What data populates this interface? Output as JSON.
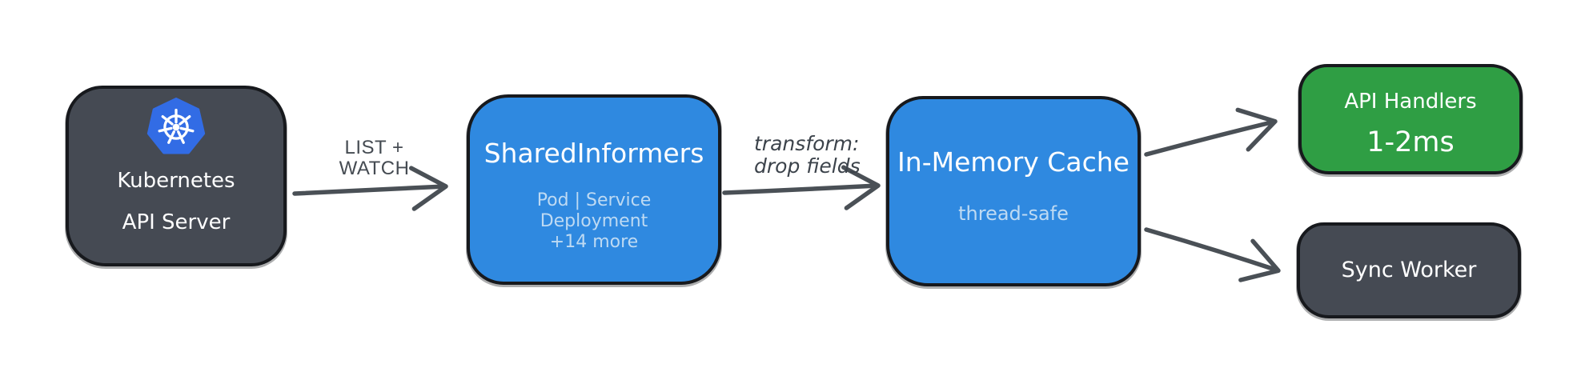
{
  "diagram": {
    "nodes": {
      "api_server": {
        "name": "Kubernetes",
        "role": "API Server",
        "icon": "kubernetes-helm-wheel"
      },
      "shared_informers": {
        "title": "SharedInformers",
        "resources": [
          "Pod | Service",
          "Deployment",
          "+14 more"
        ]
      },
      "cache": {
        "title": "In-Memory Cache",
        "subtitle": "thread-safe"
      },
      "api_handlers": {
        "title": "API Handlers",
        "latency": "1-2ms"
      },
      "sync_worker": {
        "title": "Sync Worker"
      }
    },
    "edges": {
      "list_watch": {
        "from": "api_server",
        "to": "shared_informers",
        "label": [
          "LIST +",
          "WATCH"
        ]
      },
      "transform": {
        "from": "shared_informers",
        "to": "cache",
        "label": [
          "transform:",
          "drop fields"
        ]
      },
      "cache_to_handlers": {
        "from": "cache",
        "to": "api_handlers"
      },
      "cache_to_sync_worker": {
        "from": "cache",
        "to": "sync_worker"
      }
    },
    "colors": {
      "dark": "#454a53",
      "blue": "#2f89e0",
      "green": "#2f9e44",
      "subtitle": "#bedaf3",
      "arrow": "#4a5056",
      "outline": "#17191d",
      "label": "#454b52",
      "k8s_logo": "#326ce5",
      "background": "#ffffff",
      "text": "#ffffff"
    }
  }
}
